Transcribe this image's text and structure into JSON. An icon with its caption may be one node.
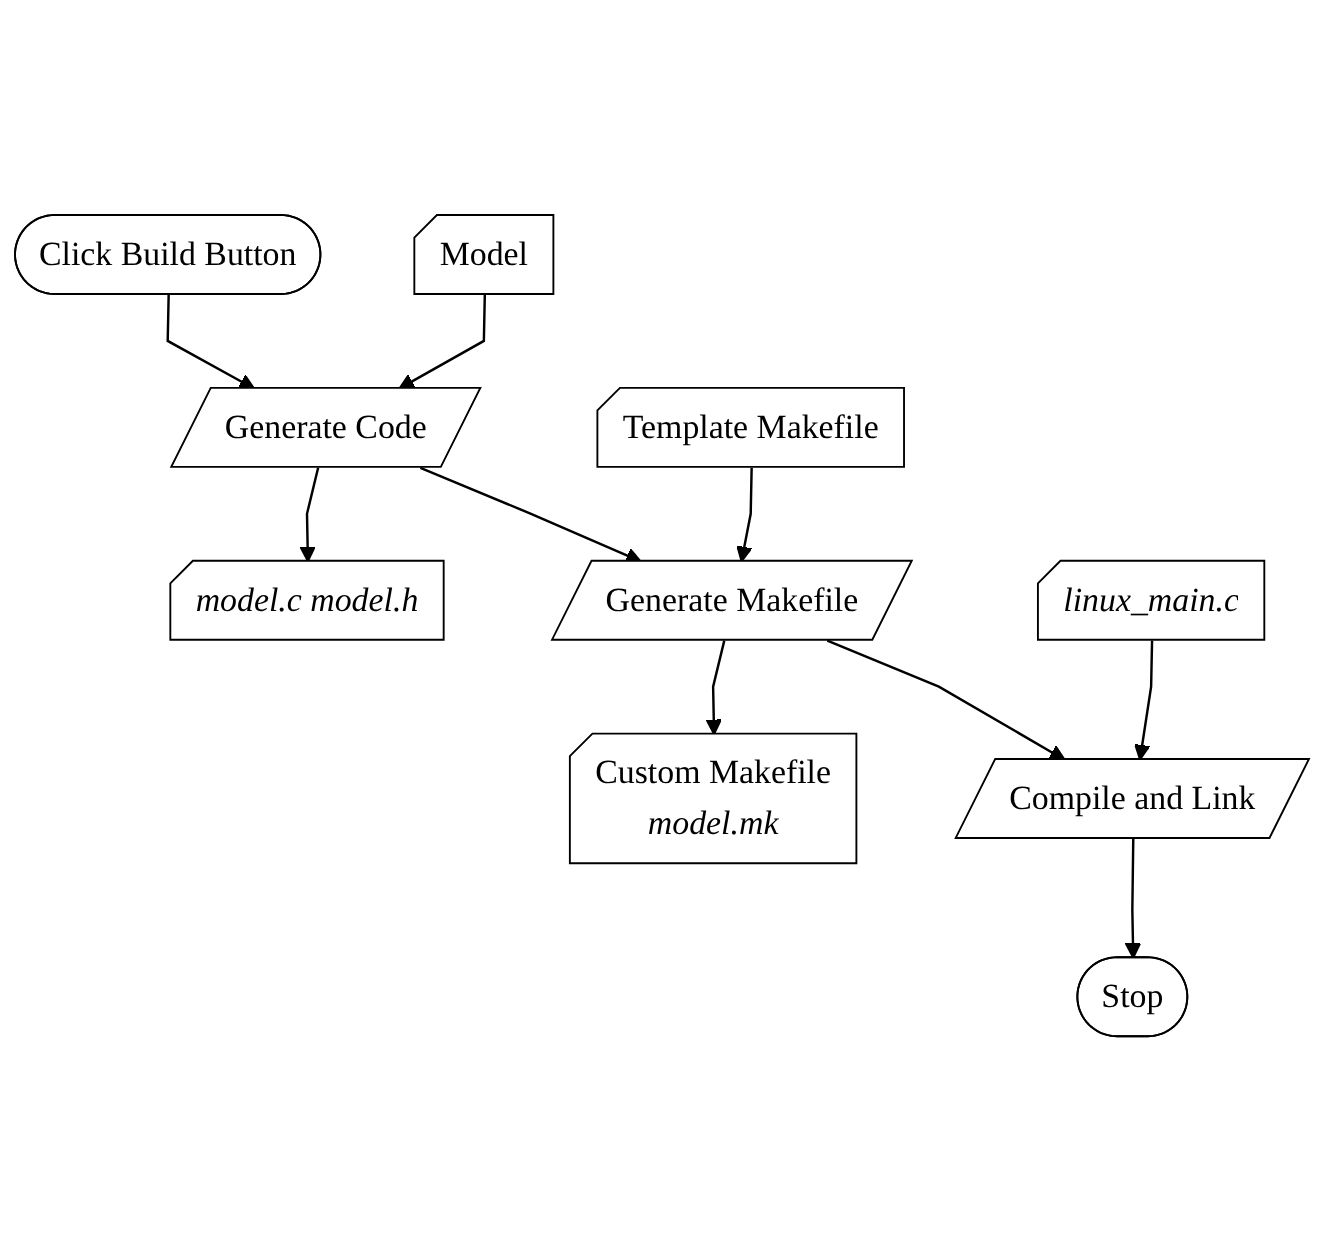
{
  "diagram": {
    "nodes": [
      {
        "text": [
          "Click Build Button"
        ]
      },
      {
        "text": [
          "Model"
        ]
      },
      {
        "text": [
          "Generate Code"
        ]
      },
      {
        "text": [
          "model.c model.h"
        ]
      },
      {
        "text": [
          "Template Makefile"
        ]
      },
      {
        "text": [
          "Generate Makefile"
        ]
      },
      {
        "text": [
          "Custom Makefile",
          "model.mk"
        ]
      },
      {
        "text": [
          "linux_main.c"
        ]
      },
      {
        "text": [
          "Compile and Link"
        ]
      },
      {
        "text": [
          "Stop"
        ]
      }
    ],
    "edges": [
      {
        "from": 0,
        "to": 2,
        "arrow": "to"
      },
      {
        "from": 1,
        "to": 2,
        "arrow": "to"
      },
      {
        "from": 2,
        "to": 3,
        "arrow": "to"
      },
      {
        "from": 2,
        "to": 5,
        "arrow": "to"
      },
      {
        "from": 4,
        "to": 5,
        "arrow": "to"
      },
      {
        "from": 5,
        "to": 6,
        "arrow": "to"
      },
      {
        "from": 5,
        "to": 8,
        "arrow": "to"
      },
      {
        "from": 7,
        "to": 8,
        "arrow": "to"
      },
      {
        "from": 8,
        "to": 9,
        "arrow": "to"
      }
    ]
  }
}
